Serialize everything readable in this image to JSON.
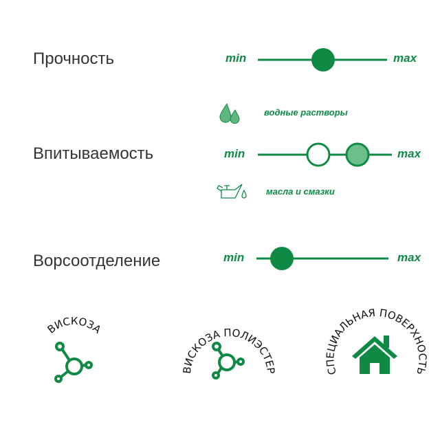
{
  "rows": [
    {
      "label": "Прочность",
      "min": "min",
      "max": "max",
      "value": 0.5
    },
    {
      "label": "Впитываемость",
      "min": "min",
      "max": "max",
      "values": {
        "water": 0.45,
        "oil": 0.74
      }
    },
    {
      "label": "Ворсоотделение",
      "min": "min",
      "max": "max",
      "value": 0.2
    }
  ],
  "notes": {
    "water": "водные растворы",
    "oil": "масла и смазки"
  },
  "badges": [
    {
      "label": "ВИСКОЗА",
      "icon": "molecule-icon"
    },
    {
      "label": "ВИСКОЗА ПОЛИЭСТЕР",
      "icon": "molecule-icon"
    },
    {
      "label": "СПЕЦИАЛЬНАЯ ПОВЕРХНОСТЬ",
      "icon": "house-icon"
    }
  ],
  "colors": {
    "accent": "#0f8a45",
    "accent_light": "#6cbf8a",
    "text": "#333333"
  }
}
